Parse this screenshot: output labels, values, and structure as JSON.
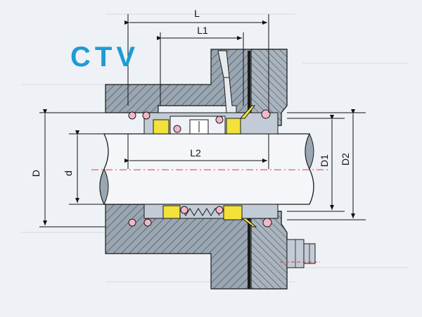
{
  "logo": {
    "text": "CTV",
    "color": "#1e9bd7"
  },
  "labels": {
    "L": "L",
    "L1": "L1",
    "L2": "L2",
    "D": "D",
    "d": "d",
    "D1": "D1",
    "D2": "D2"
  },
  "colors": {
    "background": "#eef1f5",
    "steel": "#9aa6b2",
    "steel_light": "#c3ccd6",
    "shaft": "#f4f6f9",
    "hatch": "#3c4650",
    "seal_face": "#f2e23a",
    "oring": "#f2b8c8",
    "line": "#1b1b1b",
    "centerline": "#e23b3b"
  }
}
